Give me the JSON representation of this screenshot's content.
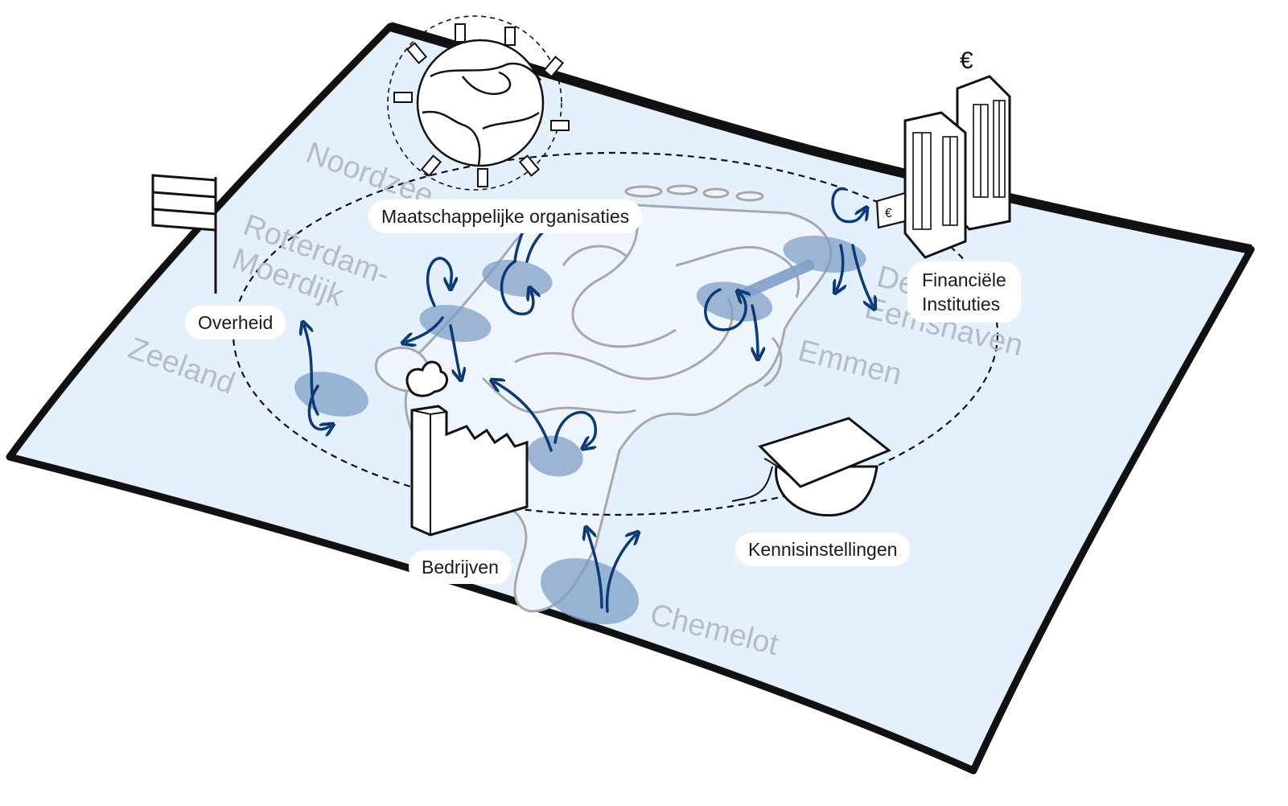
{
  "regions": {
    "noordzee": "Noordzee",
    "rotterdam_line1": "Rotterdam-",
    "rotterdam_line2": "Moerdijk",
    "zeeland": "Zeeland",
    "emmen": "Emmen",
    "delfzijl_fragment": "De",
    "eemshaven": "Eemshaven",
    "chemelot": "Chemelot"
  },
  "actors": {
    "maatschappelijke": "Maatschappelijke organisaties",
    "overheid": "Overheid",
    "financiele_line1": "Financiële",
    "financiele_line2": "Instituties",
    "kennis": "Kennisinstellingen",
    "bedrijven": "Bedrijven"
  },
  "icons": {
    "globe": "globe-with-people-icon",
    "flag": "flag-icon",
    "bank": "bank-buildings-icon",
    "factory": "factory-icon",
    "graduation": "graduation-cap-icon",
    "euro": "€"
  },
  "colors": {
    "map_fill": "#e4f1fd",
    "map_border": "#111111",
    "cluster": "#7f9fc6",
    "arrow": "#0d3a75",
    "country_outline": "#a8a8a8",
    "region_text": "#b4bcc8"
  }
}
